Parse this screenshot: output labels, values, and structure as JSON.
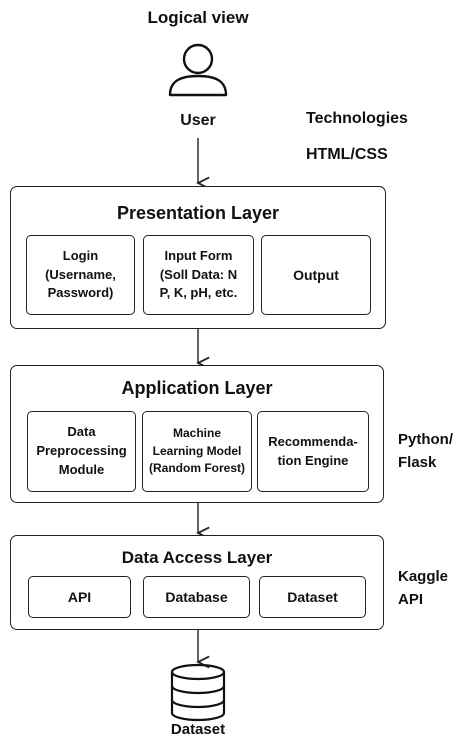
{
  "title": "Logical view",
  "user": {
    "label": "User",
    "icon": "user-icon"
  },
  "technologies": {
    "heading": "Technologies",
    "presentation_tech": "HTML/CSS"
  },
  "presentation_layer": {
    "title": "Presentation Layer",
    "modules": [
      "Login\n(Username,\nPassword)",
      "Input Form\n(Soll Data: N\nP, K, pH, etc.",
      "Output"
    ]
  },
  "application_layer": {
    "title": "Application Layer",
    "tech": "Python/\nFlask",
    "modules": [
      "Data\nPreprocessing\nModule",
      "Machine\nLearning Model\n(Random Forest)",
      "Recommenda-\ntion Engine"
    ]
  },
  "data_access_layer": {
    "title": "Data Access Layer",
    "tech": "Kaggle\nAPI",
    "modules": [
      "API",
      "Database",
      "Dataset"
    ]
  },
  "dataset": {
    "label": "Dataset",
    "icon": "database-icon"
  }
}
